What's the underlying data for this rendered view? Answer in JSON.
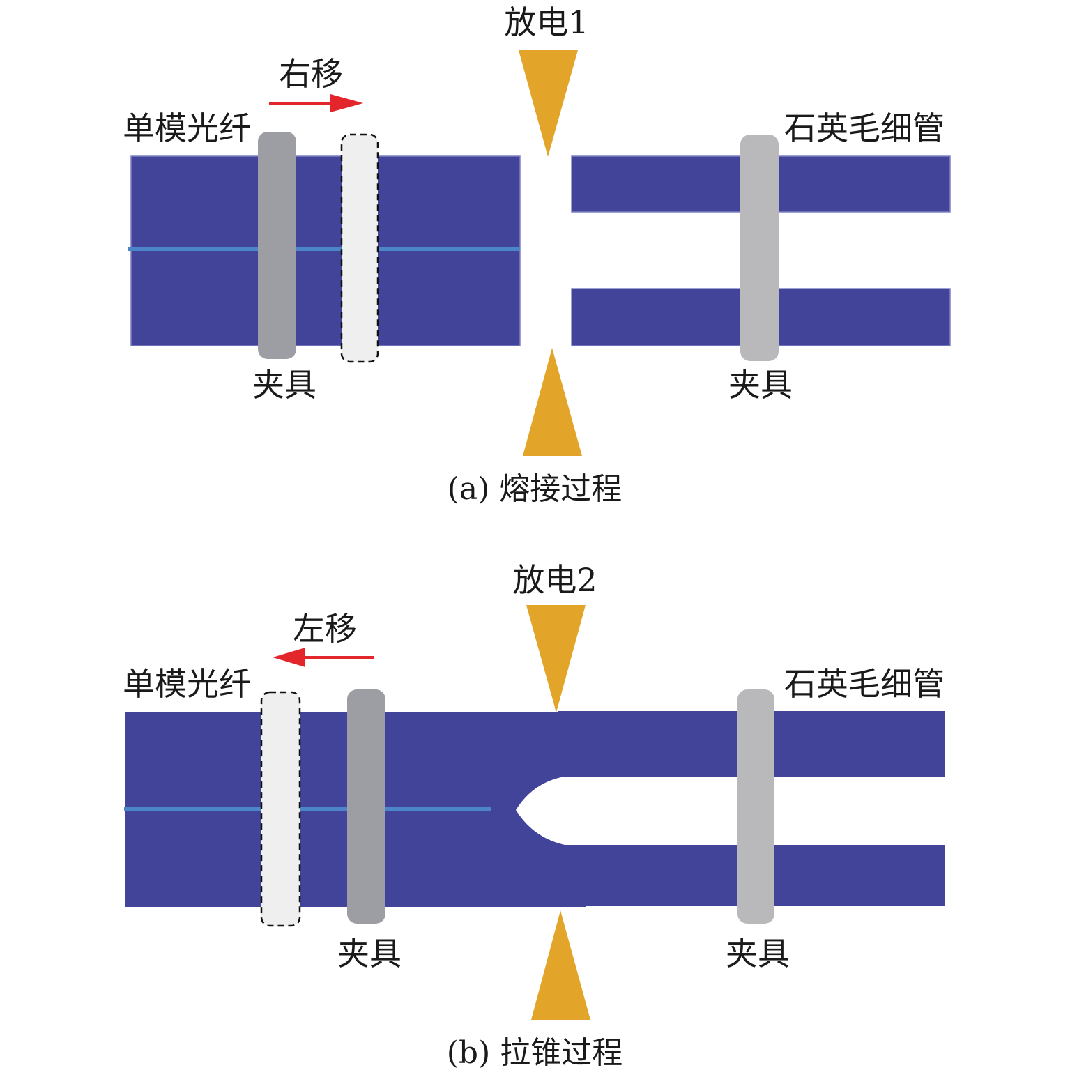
{
  "colors": {
    "fiber": "#414499",
    "fiber_edge": "#7d80c4",
    "core": "#4d86c8",
    "electrode": "#e2a52a",
    "clamp_fixed": "#9d9ea3",
    "clamp_right": "#b9b9bc",
    "clamp_moved": "#efefef",
    "arrow": "#e2262b"
  },
  "panel_a": {
    "discharge_label": "放电1",
    "move_label": "右移",
    "fiber_label": "单模光纤",
    "capillary_label": "石英毛细管",
    "clamp_left_label": "夹具",
    "clamp_right_label": "夹具",
    "caption": "(a) 熔接过程"
  },
  "panel_b": {
    "discharge_label": "放电2",
    "move_label": "左移",
    "fiber_label": "单模光纤",
    "capillary_label": "石英毛细管",
    "clamp_left_label": "夹具",
    "clamp_right_label": "夹具",
    "caption": "(b) 拉锥过程"
  }
}
